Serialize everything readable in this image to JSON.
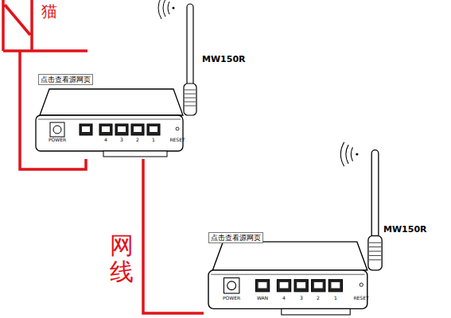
{
  "diagram": {
    "nodes": [
      {
        "text": [
          "猫"
        ]
      },
      {
        "text": [
          "MW150R"
        ]
      },
      {
        "text": [
          "MW150R"
        ]
      }
    ],
    "edges": [
      {
        "from": 0,
        "to": 1,
        "arrow": "none"
      },
      {
        "from": 1,
        "to": 2,
        "label": "网线",
        "arrow": "none"
      }
    ],
    "labels": [
      "点击查看源网页",
      "POWER",
      "4",
      "3",
      "2",
      "1",
      "RESET",
      "点击查看源网页",
      "POWER",
      "WAN",
      "4",
      "3",
      "2",
      "1",
      "RESET"
    ]
  }
}
